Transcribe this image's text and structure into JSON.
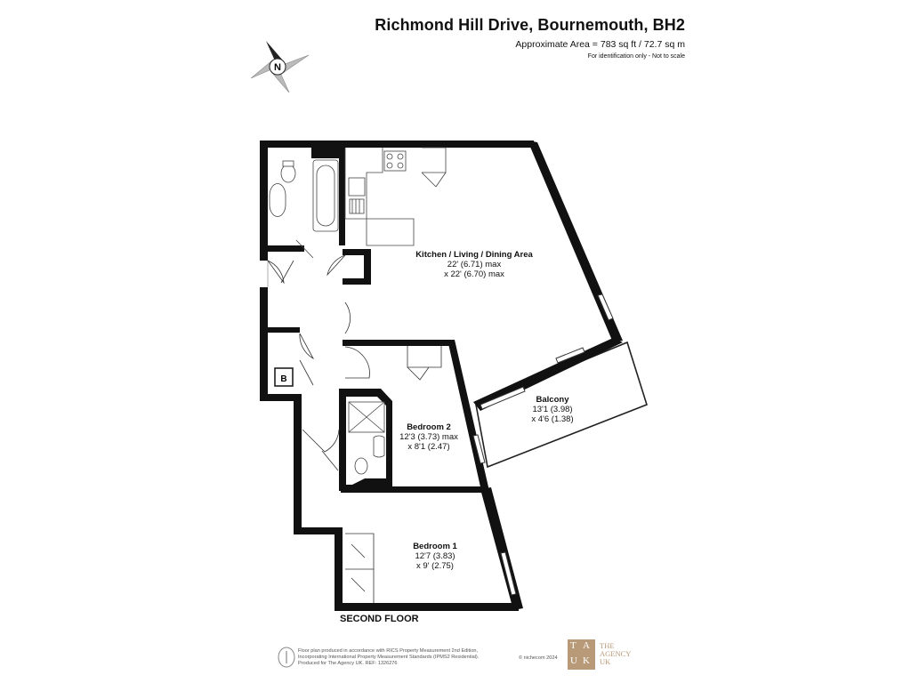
{
  "header": {
    "title": "Richmond Hill Drive, Bournemouth, BH2",
    "area": "Approximate Area = 783 sq ft / 72.7 sq m",
    "note": "For identification only - Not to scale"
  },
  "compass": {
    "letter": "N"
  },
  "rooms": {
    "kitchen": {
      "name": "Kitchen / Living / Dining Area",
      "dim1": "22' (6.71) max",
      "dim2": "x 22' (6.70) max"
    },
    "balcony": {
      "name": "Balcony",
      "dim1": "13'1 (3.98)",
      "dim2": "x 4'6 (1.38)"
    },
    "bedroom2": {
      "name": "Bedroom 2",
      "dim1": "12'3 (3.73) max",
      "dim2": "x 8'1 (2.47)"
    },
    "bedroom1": {
      "name": "Bedroom 1",
      "dim1": "12'7 (3.83)",
      "dim2": "x 9' (2.75)"
    },
    "boiler": {
      "label": "B"
    }
  },
  "floor_label": "SECOND FLOOR",
  "footer": {
    "lines": [
      "Floor plan produced in accordance with RICS Property Measurement 2nd Edition,",
      "Incorporating International Property Measurement Standards (IPMS2 Residential).",
      "Produced for The Agency UK.   REF: 1326276"
    ],
    "copyright": "© nichecom 2024",
    "logo_letters": [
      "T",
      "A",
      "U",
      "K"
    ],
    "agency_name": [
      "THE",
      "AGENCY",
      "UK"
    ]
  },
  "colors": {
    "wall": "#111111",
    "fixture": "#555555",
    "logo": "#b89a78"
  }
}
